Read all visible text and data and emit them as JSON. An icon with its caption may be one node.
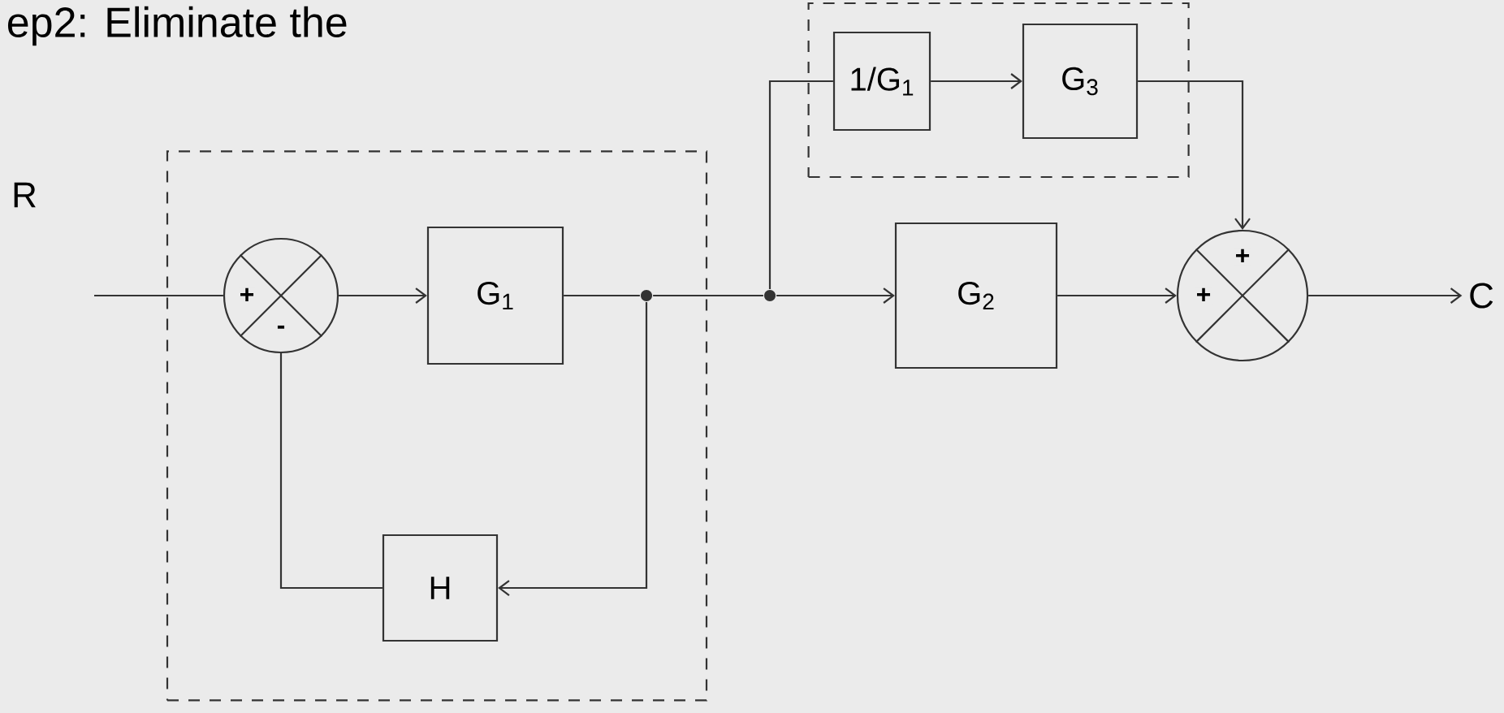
{
  "diagram": {
    "title": "ep2: Eliminate the",
    "nodes": [
      {
        "text": [],
        "shape": "box"
      },
      {
        "text": [
          "+",
          "-"
        ],
        "in": 0
      },
      {
        "text": [
          "G$_{1}$"
        ],
        "in": 0
      },
      {
        "text": [
          "H"
        ],
        "in": 0
      },
      {
        "text": [],
        "shape": "circle",
        "in": 0
      },
      {
        "text": [],
        "shape": "circle"
      },
      {
        "text": [],
        "shape": "box"
      },
      {
        "text": [
          "1/G$_{1}$"
        ],
        "in": 6
      },
      {
        "text": [
          "G$_{3}$"
        ],
        "in": 6
      },
      {
        "text": [
          "G$_{2}$"
        ]
      },
      {
        "text": [
          "+",
          "+"
        ]
      },
      {
        "text": [
          "C"
        ]
      }
    ],
    "edges": [
      {
        "from": null,
        "to": 1,
        "arrow": "none"
      },
      {
        "from": 1,
        "to": 2,
        "arrow": "to"
      },
      {
        "from": 2,
        "to": 4,
        "arrow": "none"
      },
      {
        "from": 4,
        "to": 3,
        "arrow": "to"
      },
      {
        "from": 3,
        "to": 1,
        "arrow": "none"
      },
      {
        "from": 4,
        "to": 5,
        "arrow": "none"
      },
      {
        "from": 5,
        "to": 7,
        "arrow": "none"
      },
      {
        "from": 7,
        "to": 8,
        "arrow": "to"
      },
      {
        "from": 8,
        "to": 10,
        "arrow": "to"
      },
      {
        "from": 5,
        "to": 9,
        "arrow": "to"
      },
      {
        "from": 9,
        "to": 10,
        "arrow": "to"
      },
      {
        "from": 10,
        "to": 11,
        "arrow": "to"
      }
    ],
    "labels": [
      "R"
    ]
  }
}
